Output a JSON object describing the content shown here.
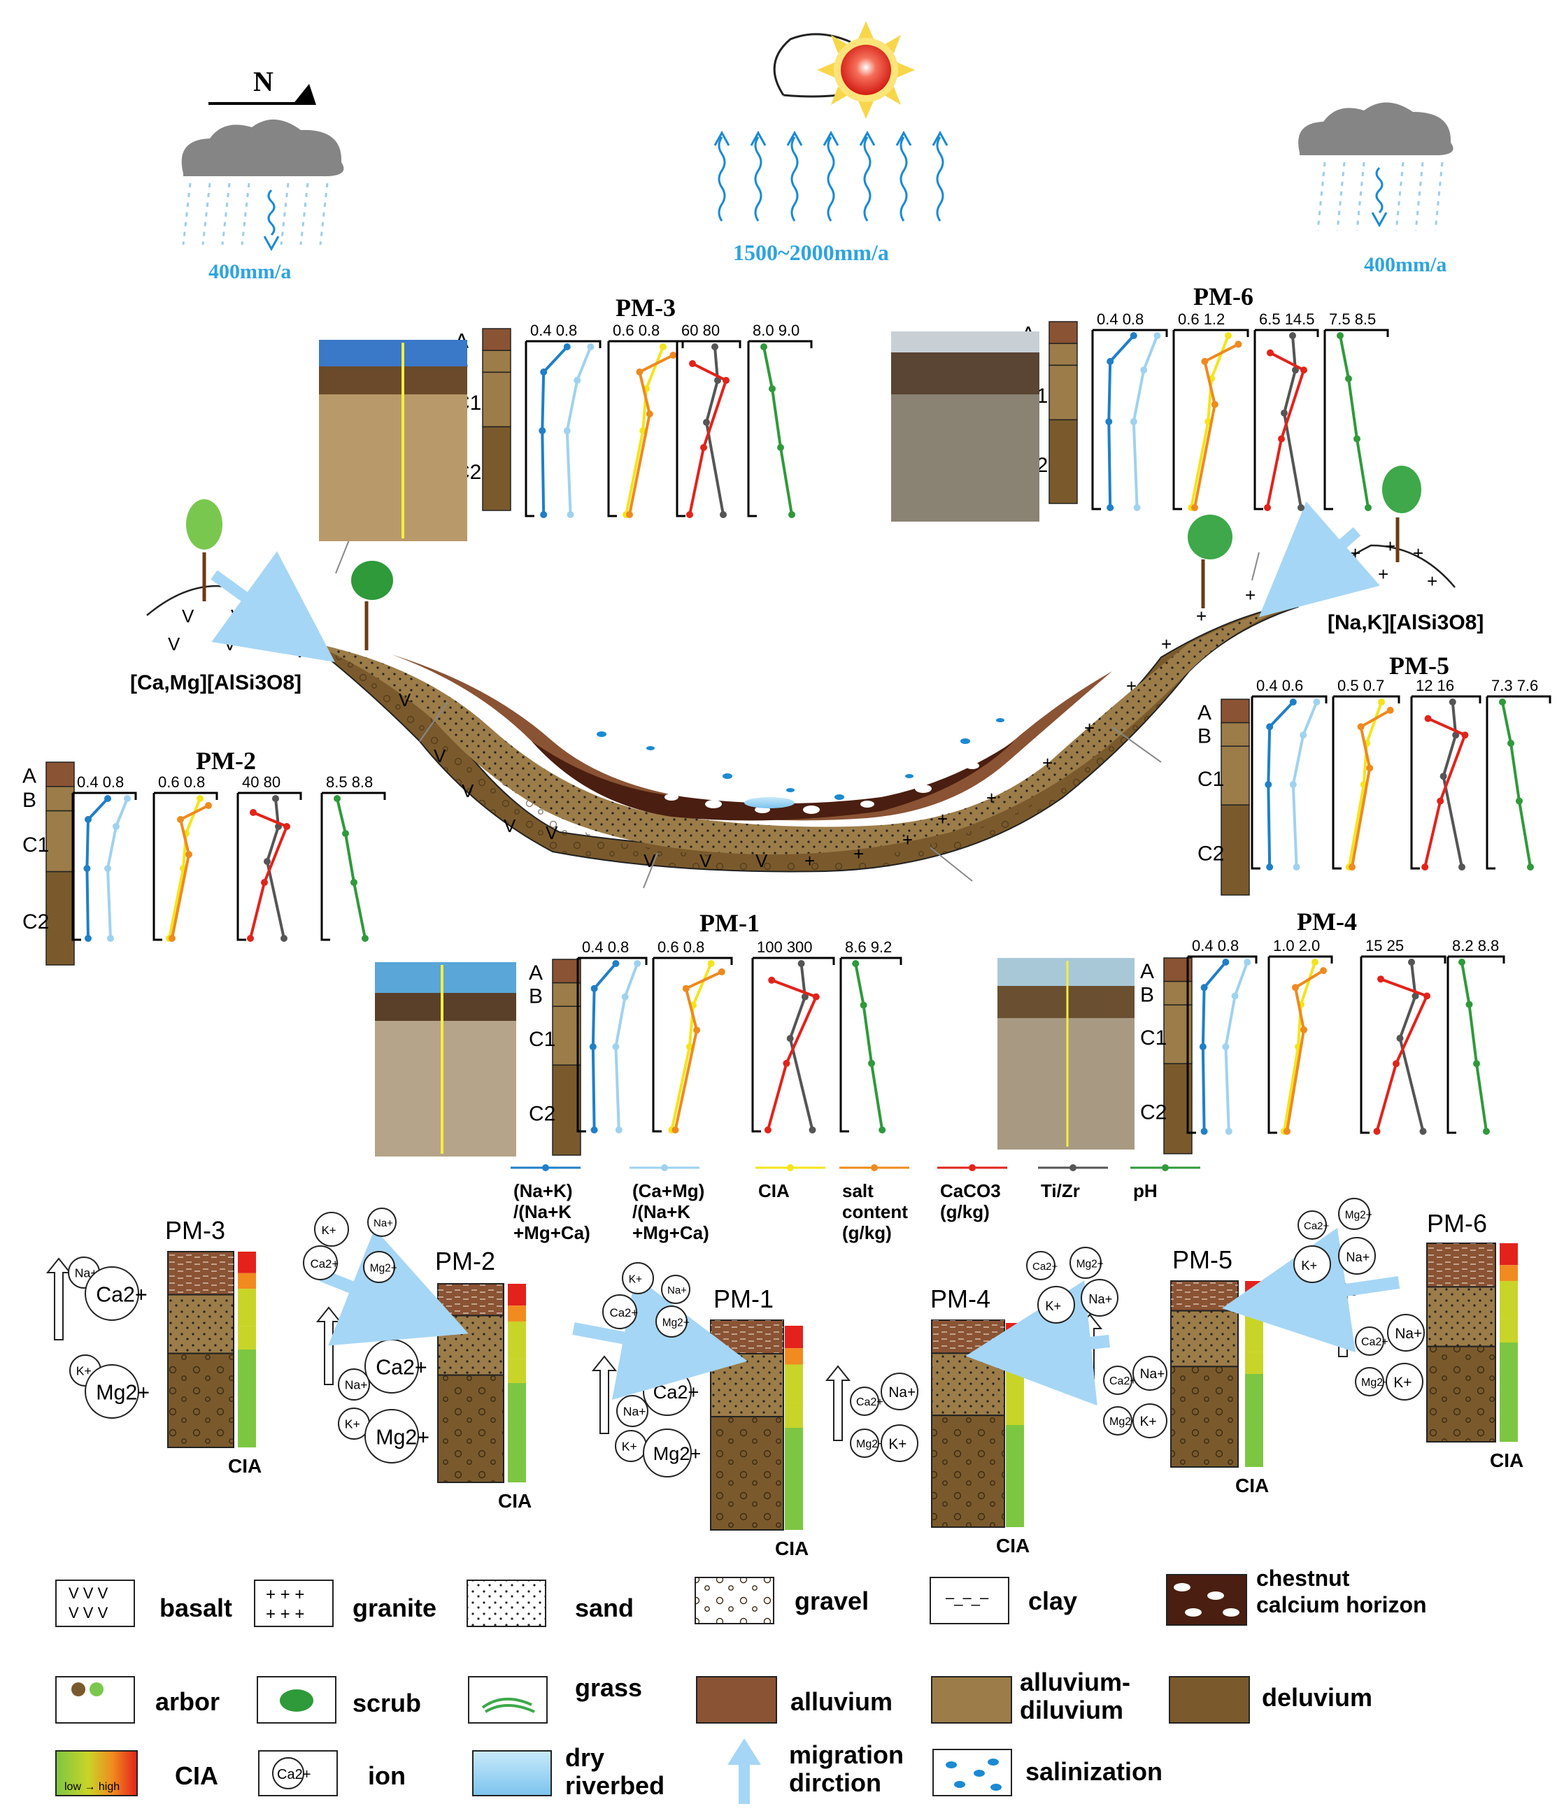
{
  "header": {
    "north": "N",
    "precip_left": "400mm/a",
    "evaporation": "1500~2000mm/a",
    "precip_right": "400mm/a"
  },
  "minerals": {
    "left": "[Ca,Mg][AlSi3O8]",
    "right": "[Na,K][AlSi3O8]"
  },
  "horizons": [
    "A",
    "B",
    "C1",
    "C2"
  ],
  "profiles": [
    {
      "id": "PM-3",
      "ticks": [
        "0.4 0.8",
        "0.6     0.8",
        "60 80",
        "8.0 9.0"
      ]
    },
    {
      "id": "PM-6",
      "ticks": [
        "0.4 0.8",
        "0.6      1.2",
        "6.5 14.5",
        "7.5 8.5"
      ]
    },
    {
      "id": "PM-2",
      "ticks": [
        "0.4 0.8",
        "0.6 0.8",
        "40 80",
        "8.5 8.8"
      ]
    },
    {
      "id": "PM-5",
      "ticks": [
        "0.4  0.6",
        "0.5  0.7",
        "12    16",
        "7.3 7.6"
      ]
    },
    {
      "id": "PM-1",
      "ticks": [
        "0.4 0.8",
        "0.6 0.8",
        "100 300",
        "8.6 9.2"
      ]
    },
    {
      "id": "PM-4",
      "ticks": [
        "0.4 0.8",
        "1.0 2.0",
        "15 25",
        "8.2 8.8"
      ]
    }
  ],
  "series_legend": [
    {
      "label": "(Na+K)\n/(Na+K\n+Mg+Ca)",
      "color": "#1f7fc8"
    },
    {
      "label": "(Ca+Mg)\n/(Na+K\n+Mg+Ca)",
      "color": "#9fd2f0"
    },
    {
      "label": "CIA",
      "color": "#f4e41c"
    },
    {
      "label": "salt\ncontent\n(g/kg)",
      "color": "#ee8a1e"
    },
    {
      "label": "CaCO3\n(g/kg)",
      "color": "#e2231a"
    },
    {
      "label": "Ti/Zr",
      "color": "#555555"
    },
    {
      "label": "pH",
      "color": "#2e9a3a"
    }
  ],
  "columns": [
    {
      "id": "PM-3",
      "ions": [
        "Na+",
        "Ca2+",
        "K+",
        "Mg2+"
      ]
    },
    {
      "id": "PM-2",
      "ions": [
        "Na+",
        "Ca2+",
        "K+",
        "Mg2+"
      ]
    },
    {
      "id": "PM-1",
      "ions": [
        "Na+",
        "Ca2+",
        "K+",
        "Mg2+"
      ]
    },
    {
      "id": "PM-4",
      "ions": [
        "Ca2+",
        "Na+",
        "Mg2+",
        "K+"
      ]
    },
    {
      "id": "PM-5",
      "ions": [
        "Ca2+",
        "Na+",
        "Mg2+",
        "K+"
      ]
    },
    {
      "id": "PM-6",
      "ions": [
        "Ca2+",
        "Na+",
        "Mg2+",
        "K+"
      ]
    }
  ],
  "migrating_ions": {
    "a": [
      "K+",
      "Na+",
      "Ca2+",
      "Mg2+"
    ],
    "b": [
      "K+",
      "Na+",
      "Ca2+",
      "Mg2+"
    ],
    "c": [
      "Ca2+",
      "Mg2+",
      "K+",
      "Na+"
    ],
    "d": [
      "Ca2+",
      "Mg2+",
      "K+",
      "Na+"
    ]
  },
  "cia_label": "CIA",
  "legend": {
    "basalt": "basalt",
    "granite": "granite",
    "sand": "sand",
    "gravel": "gravel",
    "clay": "clay",
    "chestnut": "chestnut\ncalcium horizon",
    "arbor": "arbor",
    "scrub": "scrub",
    "grass": "grass",
    "alluvium": "alluvium",
    "alluvium_diluvium": "alluvium-\ndiluvium",
    "deluvium": "deluvium",
    "cia": "CIA",
    "cia_scale": "low → high",
    "ion": "ion",
    "ion_sample": "Ca2+",
    "dry_riverbed": "dry\nriverbed",
    "migration": "migration\ndirction",
    "salinization": "salinization"
  },
  "colors": {
    "alluvium": "#8a5334",
    "alluvium_diluvium": "#9c7c48",
    "deluvium": "#7a5a2c",
    "chestnut": "#4a1e10",
    "riverbed": "#a8d8f2",
    "arrow": "#a6d6f5"
  }
}
